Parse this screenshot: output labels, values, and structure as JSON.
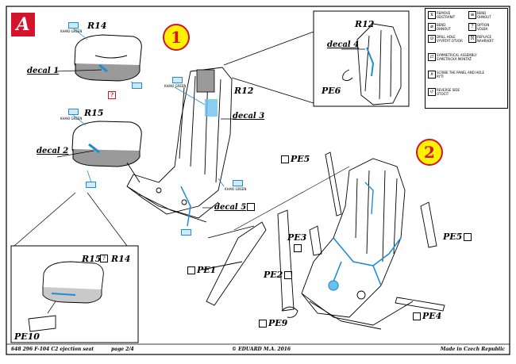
{
  "sheet_badge": "A",
  "steps": {
    "one": "1",
    "two": "2"
  },
  "labels": {
    "r14_top": "R14",
    "decal1": "decal 1",
    "r15_mid": "R15",
    "decal2": "decal 2",
    "r12_main": "R12",
    "decal3": "decal 3",
    "decal5": "decal 5",
    "r12_detail": "R12",
    "decal4": "decal 4",
    "pe6": "PE6",
    "r15_inset": "R15",
    "r14_inset": "R14",
    "pe10": "PE10",
    "pe5_top": "PE5",
    "pe5_right": "PE5",
    "pe3": "PE3",
    "pe1": "PE1",
    "pe2": "PE2",
    "pe9": "PE9",
    "pe4": "PE4",
    "help_mark": "?"
  },
  "paint_codes": [
    "KHAKI GREEN",
    "KHAKI GREEN",
    "KHAKI GREEN",
    "KHAKI GREEN"
  ],
  "legend": {
    "items": [
      {
        "icon": "x",
        "text": "REMOVE\nODSTRANIT"
      },
      {
        "icon": "≡",
        "text": "BEND\nOHNOUT"
      },
      {
        "icon": "⌀",
        "text": "BEND\nOHNOUT"
      },
      {
        "icon": "?",
        "text": "OPTION\nVOLBA"
      },
      {
        "icon": "⊙",
        "text": "DRILL HOLE\nVYVRTAT OTVOR"
      },
      {
        "icon": "R",
        "text": "REPLACE\nNAHRADIT"
      },
      {
        "icon": "⇄",
        "text": "SYMMETRICAL ASSEMBLY\nSYMETRICKÁ MONTÁŽ"
      },
      {
        "icon": "∧",
        "text": "SCRIBE THE PANEL AND HOLE\nRYTÍ"
      },
      {
        "icon": "↺",
        "text": "REVERSE SIDE\nOTOČIT"
      }
    ]
  },
  "footer": {
    "left": "648 296  F-104 C2 ejection seat",
    "page": "page 2/4",
    "center": "© EDUARD  M.A. 2016",
    "right": "Made in Czech Republic"
  }
}
